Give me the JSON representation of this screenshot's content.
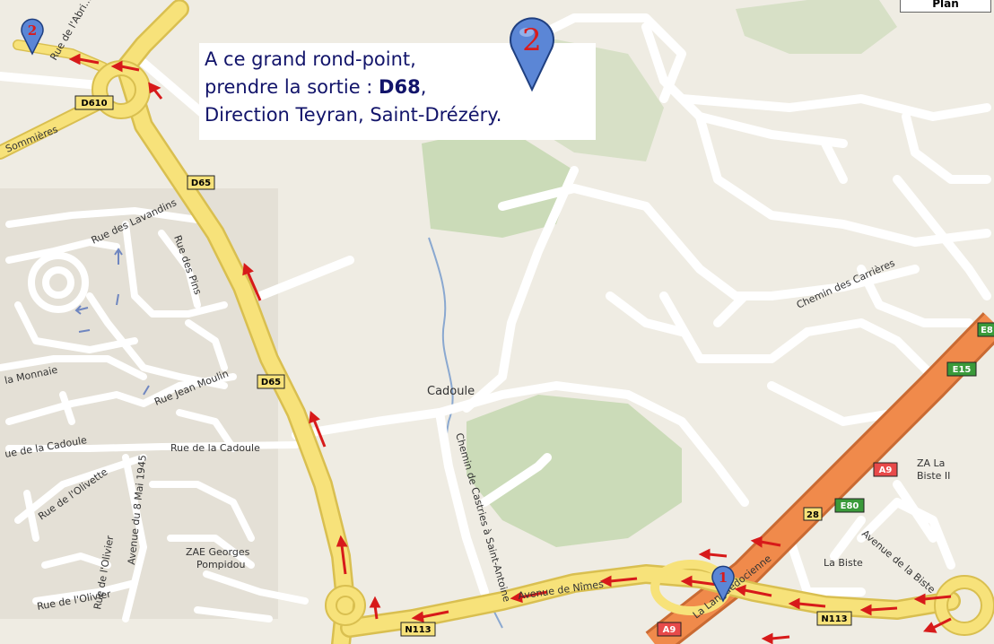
{
  "callout": {
    "line1": "A ce grand rond-point,",
    "line2_prefix": "prendre la sortie : ",
    "line2_road": "D68",
    "line2_suffix": ",",
    "line3": "Direction Teyran, Saint-Drézéry.",
    "marker_number": "2"
  },
  "map_controls": {
    "plan_button": "Plan"
  },
  "markers": {
    "marker1": "1",
    "marker2_corner": "2"
  },
  "road_shields": {
    "d610": "D610",
    "d65_top": "D65",
    "d65_mid": "D65",
    "n113_left": "N113",
    "n113_right": "N113",
    "a9_bottom": "A9",
    "a9_right": "A9",
    "e80": "E80",
    "e15": "E15",
    "e8": "E8",
    "exit28": "28"
  },
  "labels": {
    "sommieres": "Sommières",
    "rue_abrivado": "Rue de l'Abri...",
    "rue_lavandins": "Rue des Lavandins",
    "rue_pins": "Rue des Pins",
    "rue_monnaie": "la Monnaie",
    "rue_jean_moulin": "Rue Jean Moulin",
    "rue_cadoule_left": "ue de la Cadoule",
    "rue_cadoule": "Rue de la Cadoule",
    "rue_olivette": "Rue de l'Olivette",
    "avenue_8mai": "Avenue du 8 Mai 1945",
    "zae_georges": "ZAE Georges",
    "pompidou": "Pompidou",
    "rue_olivier": "Rue de l'Olivier",
    "rue_olivier2": "Rue de l'Olivier",
    "cadoule": "Cadoule",
    "chemin_castries": "Chemin de Castries à Saint-Antoine",
    "chemin_carrieres": "Chemin des Carrières",
    "avenue_nimes": "Avenue de Nîmes",
    "la_languedocienne": "La Languedocienne",
    "za_la": "ZA La",
    "biste_ii": "Biste II",
    "la_biste": "La Biste",
    "avenue_biste": "Avenue de la Biste"
  },
  "colors": {
    "background": "#efece3",
    "minor_road": "#ffffff",
    "main_road": "#f7e27a",
    "motorway": "#f08a4b",
    "forest": "#c6d9b3",
    "stream": "#8aa8d0",
    "route_arrow": "#d71a1a",
    "callout_text": "#12146a",
    "marker_blue": "#5b86d6",
    "marker_red": "#d91c1c"
  }
}
